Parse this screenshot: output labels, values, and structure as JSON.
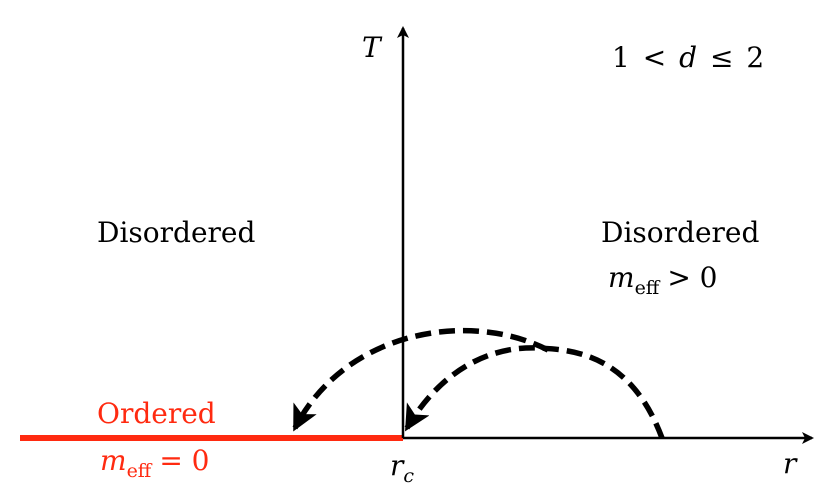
{
  "condition": {
    "left": "1",
    "op1": "<",
    "var": "d",
    "op2": "≤",
    "right": "2"
  },
  "axes": {
    "y_label": "T",
    "x_label": "r",
    "origin_label": "r",
    "origin_sub": "c"
  },
  "regions": {
    "left": {
      "label": "Disordered"
    },
    "right": {
      "label": "Disordered",
      "m_symbol": "m",
      "m_sub": "eff",
      "m_rel": "> 0"
    },
    "ordered": {
      "label": "Ordered",
      "m_symbol": "m",
      "m_sub": "eff",
      "m_rel": "= 0"
    }
  },
  "colors": {
    "ordered": "#ff2a10",
    "axes": "#000000",
    "flow": "#000000"
  }
}
